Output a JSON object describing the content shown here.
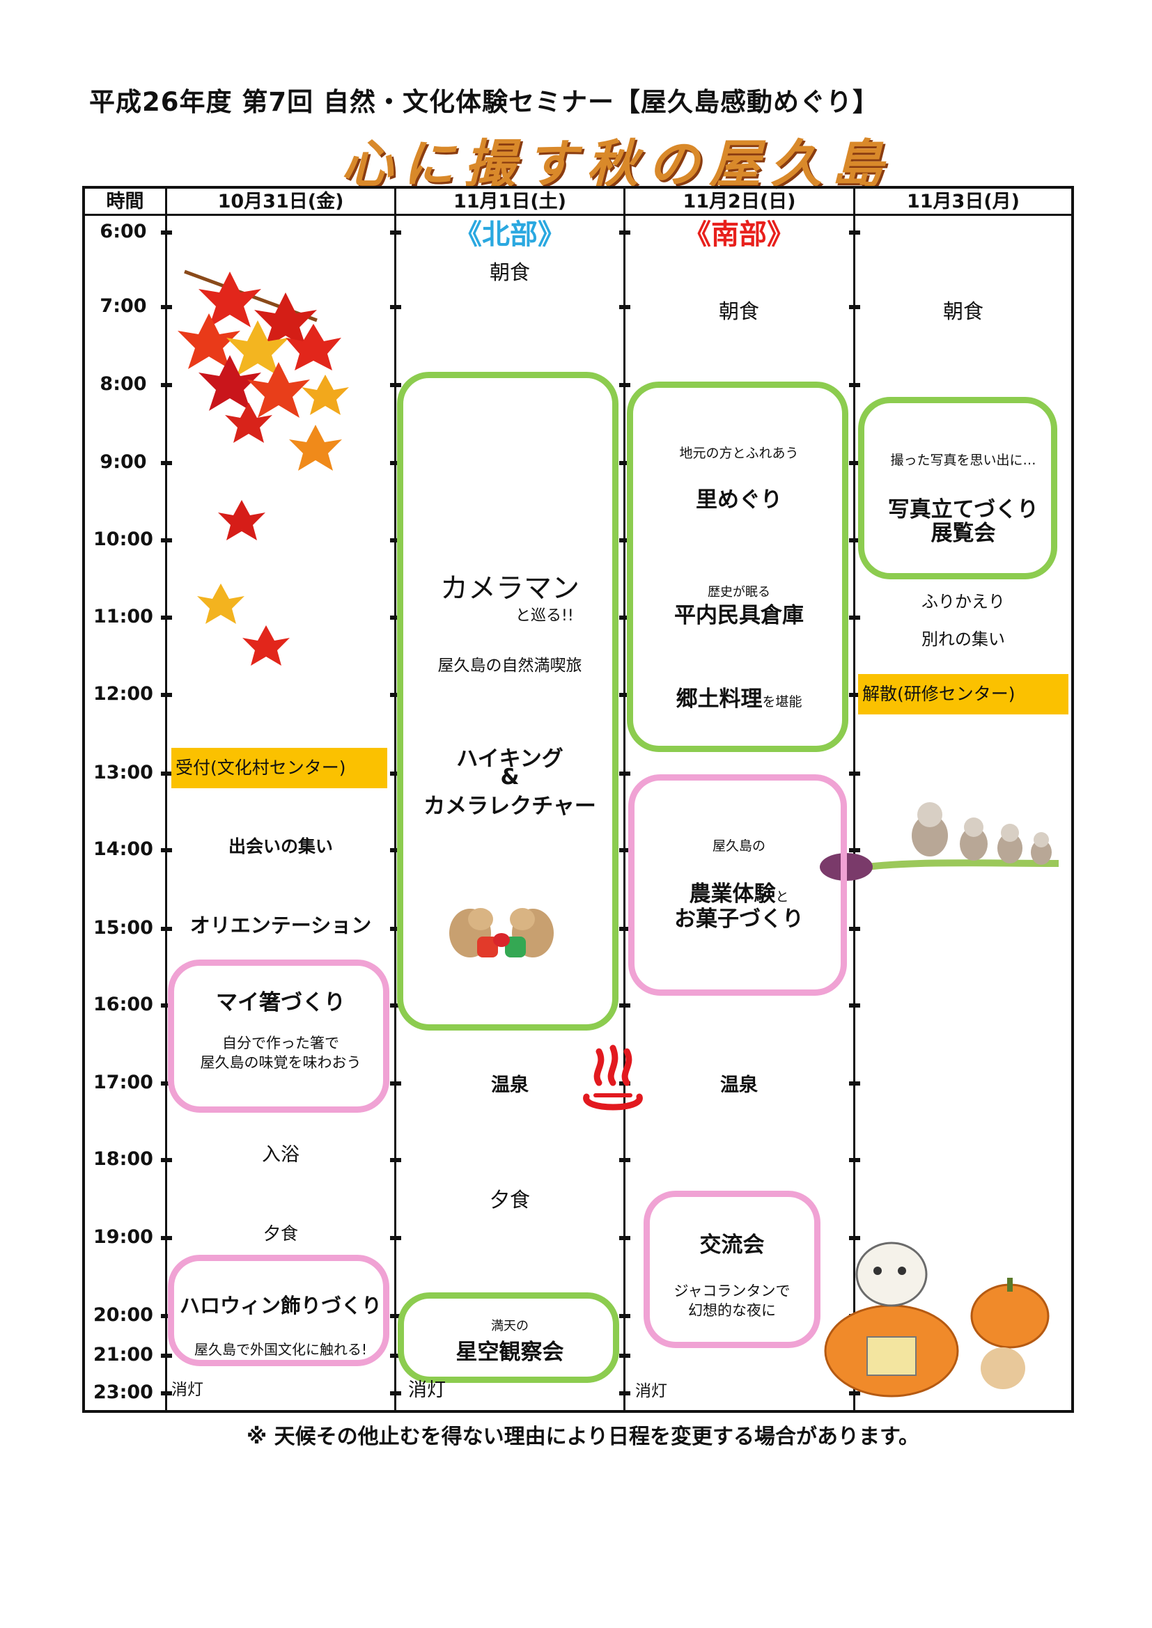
{
  "header": {
    "title": "平成26年度 第7回 自然・文化体験セミナー【屋久島感動めぐり】",
    "main_title": "心に撮す秋の屋久島"
  },
  "table": {
    "column_headers": [
      "時間",
      "10月31日(金)",
      "11月1日(土)",
      "11月2日(日)",
      "11月3日(月)"
    ],
    "times": [
      "6:00",
      "7:00",
      "8:00",
      "9:00",
      "10:00",
      "11:00",
      "12:00",
      "13:00",
      "14:00",
      "15:00",
      "16:00",
      "17:00",
      "18:00",
      "19:00",
      "20:00",
      "21:00",
      "23:00"
    ]
  },
  "day1": {
    "reception": "受付(文化村センター)",
    "meet": "出会いの集い",
    "orientation": "オリエンテーション",
    "chopsticks_title": "マイ箸づくり",
    "chopsticks_desc1": "自分で作った箸で",
    "chopsticks_desc2": "屋久島の味覚を味わおう",
    "bath": "入浴",
    "dinner": "夕食",
    "halloween_title": "ハロウィン飾りづくり",
    "halloween_desc": "屋久島で外国文化に触れる!",
    "lights_out": "消灯"
  },
  "day2": {
    "region": "《北部》",
    "breakfast": "朝食",
    "cameraman": "カメラマン",
    "cameraman_sub": "と巡る!!",
    "tour": "屋久島の自然満喫旅",
    "hiking1": "ハイキング",
    "hiking2": "&",
    "hiking3": "カメラレクチャー",
    "onsen": "温泉",
    "dinner": "夕食",
    "star_sub": "満天の",
    "star_title": "星空観察会",
    "lights_out": "消灯"
  },
  "day3": {
    "region": "《南部》",
    "breakfast": "朝食",
    "local_sub": "地元の方とふれあう",
    "sato": "里めぐり",
    "history_sub": "歴史が眠る",
    "warehouse": "平内民具倉庫",
    "local_food": "郷土料理",
    "local_food_sub": "を堪能",
    "farm_sub": "屋久島の",
    "farm1": "農業体験",
    "farm1_sub": "と",
    "farm2": "お菓子づくり",
    "onsen": "温泉",
    "party": "交流会",
    "party_desc1": "ジャコランタンで",
    "party_desc2": "幻想的な夜に",
    "lights_out": "消灯"
  },
  "day4": {
    "breakfast": "朝食",
    "photo_sub": "撮った写真を思い出に…",
    "photo1": "写真立てづくり",
    "photo2": "展覧会",
    "review": "ふりかえり",
    "farewell": "別れの集い",
    "dismiss": "解散(研修センター)"
  },
  "footer": {
    "note": "※ 天候その他止むを得ない理由により日程を変更する場合があります。"
  },
  "colors": {
    "green_box": "#8ccc4f",
    "pink_box": "#f0a2d4",
    "highlight": "#fbc100",
    "north": "#2aa8e0",
    "south": "#e8201c",
    "title": "#d9892a"
  },
  "illustrations": [
    "maple-leaves",
    "squirrels",
    "hot-spring-icon",
    "mice-on-branch",
    "cat-in-pumpkin"
  ]
}
